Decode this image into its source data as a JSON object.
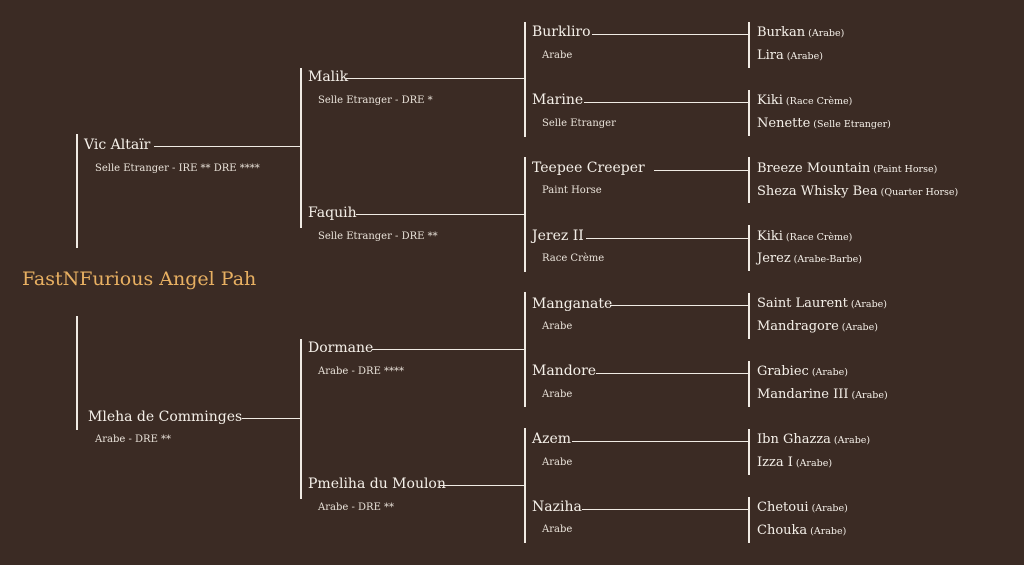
{
  "horse": "FastNFurious Angel Pah",
  "sire": {
    "name": "Vic Altaïr",
    "info": "Selle Etranger - IRE **  DRE ****"
  },
  "dam": {
    "name": "Mleha de Comminges",
    "info": "Arabe - DRE **"
  },
  "grandparents": [
    {
      "name": "Malik",
      "info": "Selle Etranger - DRE *"
    },
    {
      "name": "Faquih",
      "info": "Selle Etranger - DRE **"
    },
    {
      "name": "Dormane",
      "info": "Arabe - DRE ****"
    },
    {
      "name": "Pmeliha du Moulon",
      "info": "Arabe - DRE **"
    }
  ],
  "great_grandparents": [
    {
      "name": "Burkliro",
      "breed": "Arabe"
    },
    {
      "name": "Marine",
      "breed": "Selle Etranger"
    },
    {
      "name": "Teepee Creeper",
      "breed": "Paint Horse"
    },
    {
      "name": "Jerez II",
      "breed": "Race Crème"
    },
    {
      "name": "Manganate",
      "breed": "Arabe"
    },
    {
      "name": "Mandore",
      "breed": "Arabe"
    },
    {
      "name": "Azem",
      "breed": "Arabe"
    },
    {
      "name": "Naziha",
      "breed": "Arabe"
    }
  ],
  "generation4": [
    {
      "name": "Burkan",
      "breed": "(Arabe)"
    },
    {
      "name": "Lira",
      "breed": "(Arabe)"
    },
    {
      "name": "Kiki",
      "breed": "(Race Crème)"
    },
    {
      "name": "Nenette",
      "breed": "(Selle Etranger)"
    },
    {
      "name": "Breeze Mountain",
      "breed": "(Paint Horse)"
    },
    {
      "name": "Sheza Whisky Bea",
      "breed": "(Quarter Horse)"
    },
    {
      "name": "Kiki",
      "breed": "(Race Crème)"
    },
    {
      "name": "Jerez",
      "breed": "(Arabe-Barbe)"
    },
    {
      "name": "Saint Laurent",
      "breed": "(Arabe)"
    },
    {
      "name": "Mandragore",
      "breed": "(Arabe)"
    },
    {
      "name": "Grabiec",
      "breed": "(Arabe)"
    },
    {
      "name": "Mandarine III",
      "breed": "(Arabe)"
    },
    {
      "name": "Ibn Ghazza",
      "breed": "(Arabe)"
    },
    {
      "name": "Izza I",
      "breed": "(Arabe)"
    },
    {
      "name": "Chetoui",
      "breed": "(Arabe)"
    },
    {
      "name": "Chouka",
      "breed": "(Arabe)"
    }
  ]
}
